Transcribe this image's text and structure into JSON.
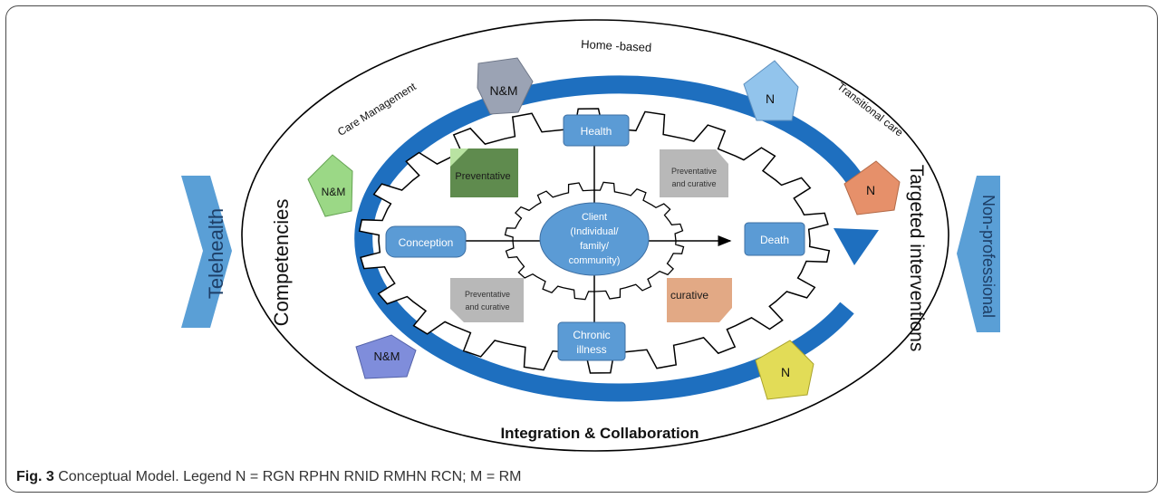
{
  "outer_labels": {
    "home_based": "Home -based",
    "care_management": "Care Management",
    "transitional_care": "Transitional care",
    "competencies": "Competencies",
    "targeted_interventions": "Targeted interventions",
    "integration": "Integration & Collaboration"
  },
  "side_arrows": {
    "telehealth": "Telehealth",
    "non_professional": "Non-professional"
  },
  "axis_nodes": {
    "health": "Health",
    "conception": "Conception",
    "death": "Death",
    "chronic_line1": "Chronic",
    "chronic_line2": "illness"
  },
  "client": {
    "line1": "Client",
    "line2": "(Individual/",
    "line3": "family/",
    "line4": "community)"
  },
  "quadrants": {
    "top_left": "Preventative",
    "top_right_line1": "Preventative",
    "top_right_line2": "and curative",
    "bottom_left_line1": "Preventative",
    "bottom_left_line2": "and curative",
    "bottom_right": "curative"
  },
  "badges": {
    "top": "N&M",
    "top_right": "N",
    "right": "N",
    "left": "N&M",
    "bottom_left": "N&M",
    "bottom_right": "N"
  },
  "caption": {
    "label": "Fig. 3",
    "text": " Conceptual Model. Legend N = RGN RPHN RNID RMHN RCN; M = RM"
  },
  "colors": {
    "ring_blue": "#1e6fbf",
    "node_blue": "#5b9bd5",
    "side_arrow": "#5a9fd6",
    "preventative_green": "#5f8b4e",
    "grey_quadrant": "#b8b8b8",
    "curative_orange": "#e2a985",
    "badge_slate": "#9ba3b4",
    "badge_light_blue": "#92c4ec",
    "badge_orange": "#e6906a",
    "badge_green": "#9bd886",
    "badge_purple": "#7f8ddb",
    "badge_yellow": "#e2dc57"
  }
}
